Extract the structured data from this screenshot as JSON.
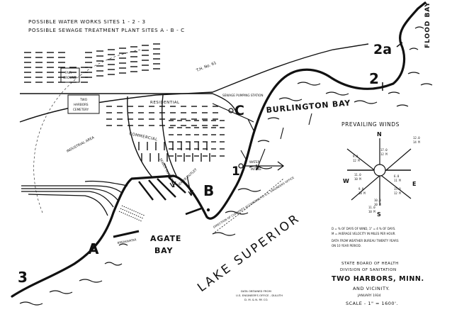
{
  "header": {
    "line1": "POSSIBLE WATER WORKS SITES   1 - 2 - 3",
    "line2": "POSSIBLE SEWAGE TREATMENT PLANT SITES   A - B - C"
  },
  "water_names": {
    "flood_bay": "FLOOD BAY",
    "burlington_bay": "BURLINGTON BAY",
    "agate_bay_1": "AGATE",
    "agate_bay_2": "BAY",
    "lake_superior": "LAKE SUPERIOR"
  },
  "sites": {
    "s1": "1",
    "s2": "2",
    "s2a": "2a",
    "s3": "3",
    "sA": "A",
    "sB": "B",
    "sC": "C"
  },
  "areas": {
    "residential": "RESIDENTIAL",
    "commercial": "COMMERCIAL",
    "industrial": "INDUSTRIAL AREA",
    "two_harbors_cemetery_1": "TWO",
    "two_harbors_cemetery_2": "HARBORS",
    "two_harbors_cemetery_3": "CEMETERY",
    "fair_ground_1": "FAIR",
    "fair_ground_2": "GROUND",
    "highway": "T.H. No. 61"
  },
  "features": {
    "sewage_pump": "SEWAGE PUMPING STATION",
    "water_intake_1": "WATER",
    "water_intake_2": "INTAKE",
    "sewer_outlet_1": "SEWER OUTLET",
    "sewer_outlet_2": "SEWER OUTLET",
    "breakwater": "BREAKWATER",
    "harbor_line": "DIRECTION OF CURRENTS ACCORDING TO U.S. ENGINEERS OFFICE"
  },
  "winds": {
    "title": "PREVAILING WINDS",
    "N": "N",
    "S": "S",
    "E": "E",
    "W": "W",
    "n_v1": "17.0",
    "n_v2": "12 M",
    "ne_v1": "12.0",
    "ne_v2": "14 M",
    "nw_v1": "9.0",
    "nw_v2": "12 M",
    "w_v1": "11.0",
    "w_v2": "10 M",
    "e_v1": "6.0",
    "e_v2": "11 M",
    "sw_v1": "9.0",
    "sw_v2": "10 M",
    "se_v1": "15.0",
    "se_v2": "12 M",
    "s_v1": "10.0",
    "s_v2": "10 M",
    "s2_v1": "11.0",
    "s2_v2": "10 M",
    "legend1": "D = % OF DAYS OF WIND, 1\" = 4 % OF DAYS.",
    "legend2": "M = AVERAGE VELOCITY IN MILES PER HOUR.",
    "legend3": "DATA FROM WEATHER BUREAU TWENTY YEARS",
    "legend4": "ON 10 YEAR PERIOD."
  },
  "title_block": {
    "line1": "STATE BOARD OF HEALTH",
    "line2": "DIVISION OF SANITATION",
    "line3": "TWO HARBORS, MINN.",
    "line4": "AND VICINITY.",
    "line5": "JANUARY 1934",
    "scale": "SCALE - 1\" = 1600'."
  },
  "source_note": {
    "line1": "DATA OBTAINED FROM",
    "line2": "U.S. ENGINEER'S OFFICE - DULUTH",
    "line3": "D. M. & N. RY. CO."
  },
  "colors": {
    "ink": "#111111",
    "paper": "#ffffff"
  }
}
